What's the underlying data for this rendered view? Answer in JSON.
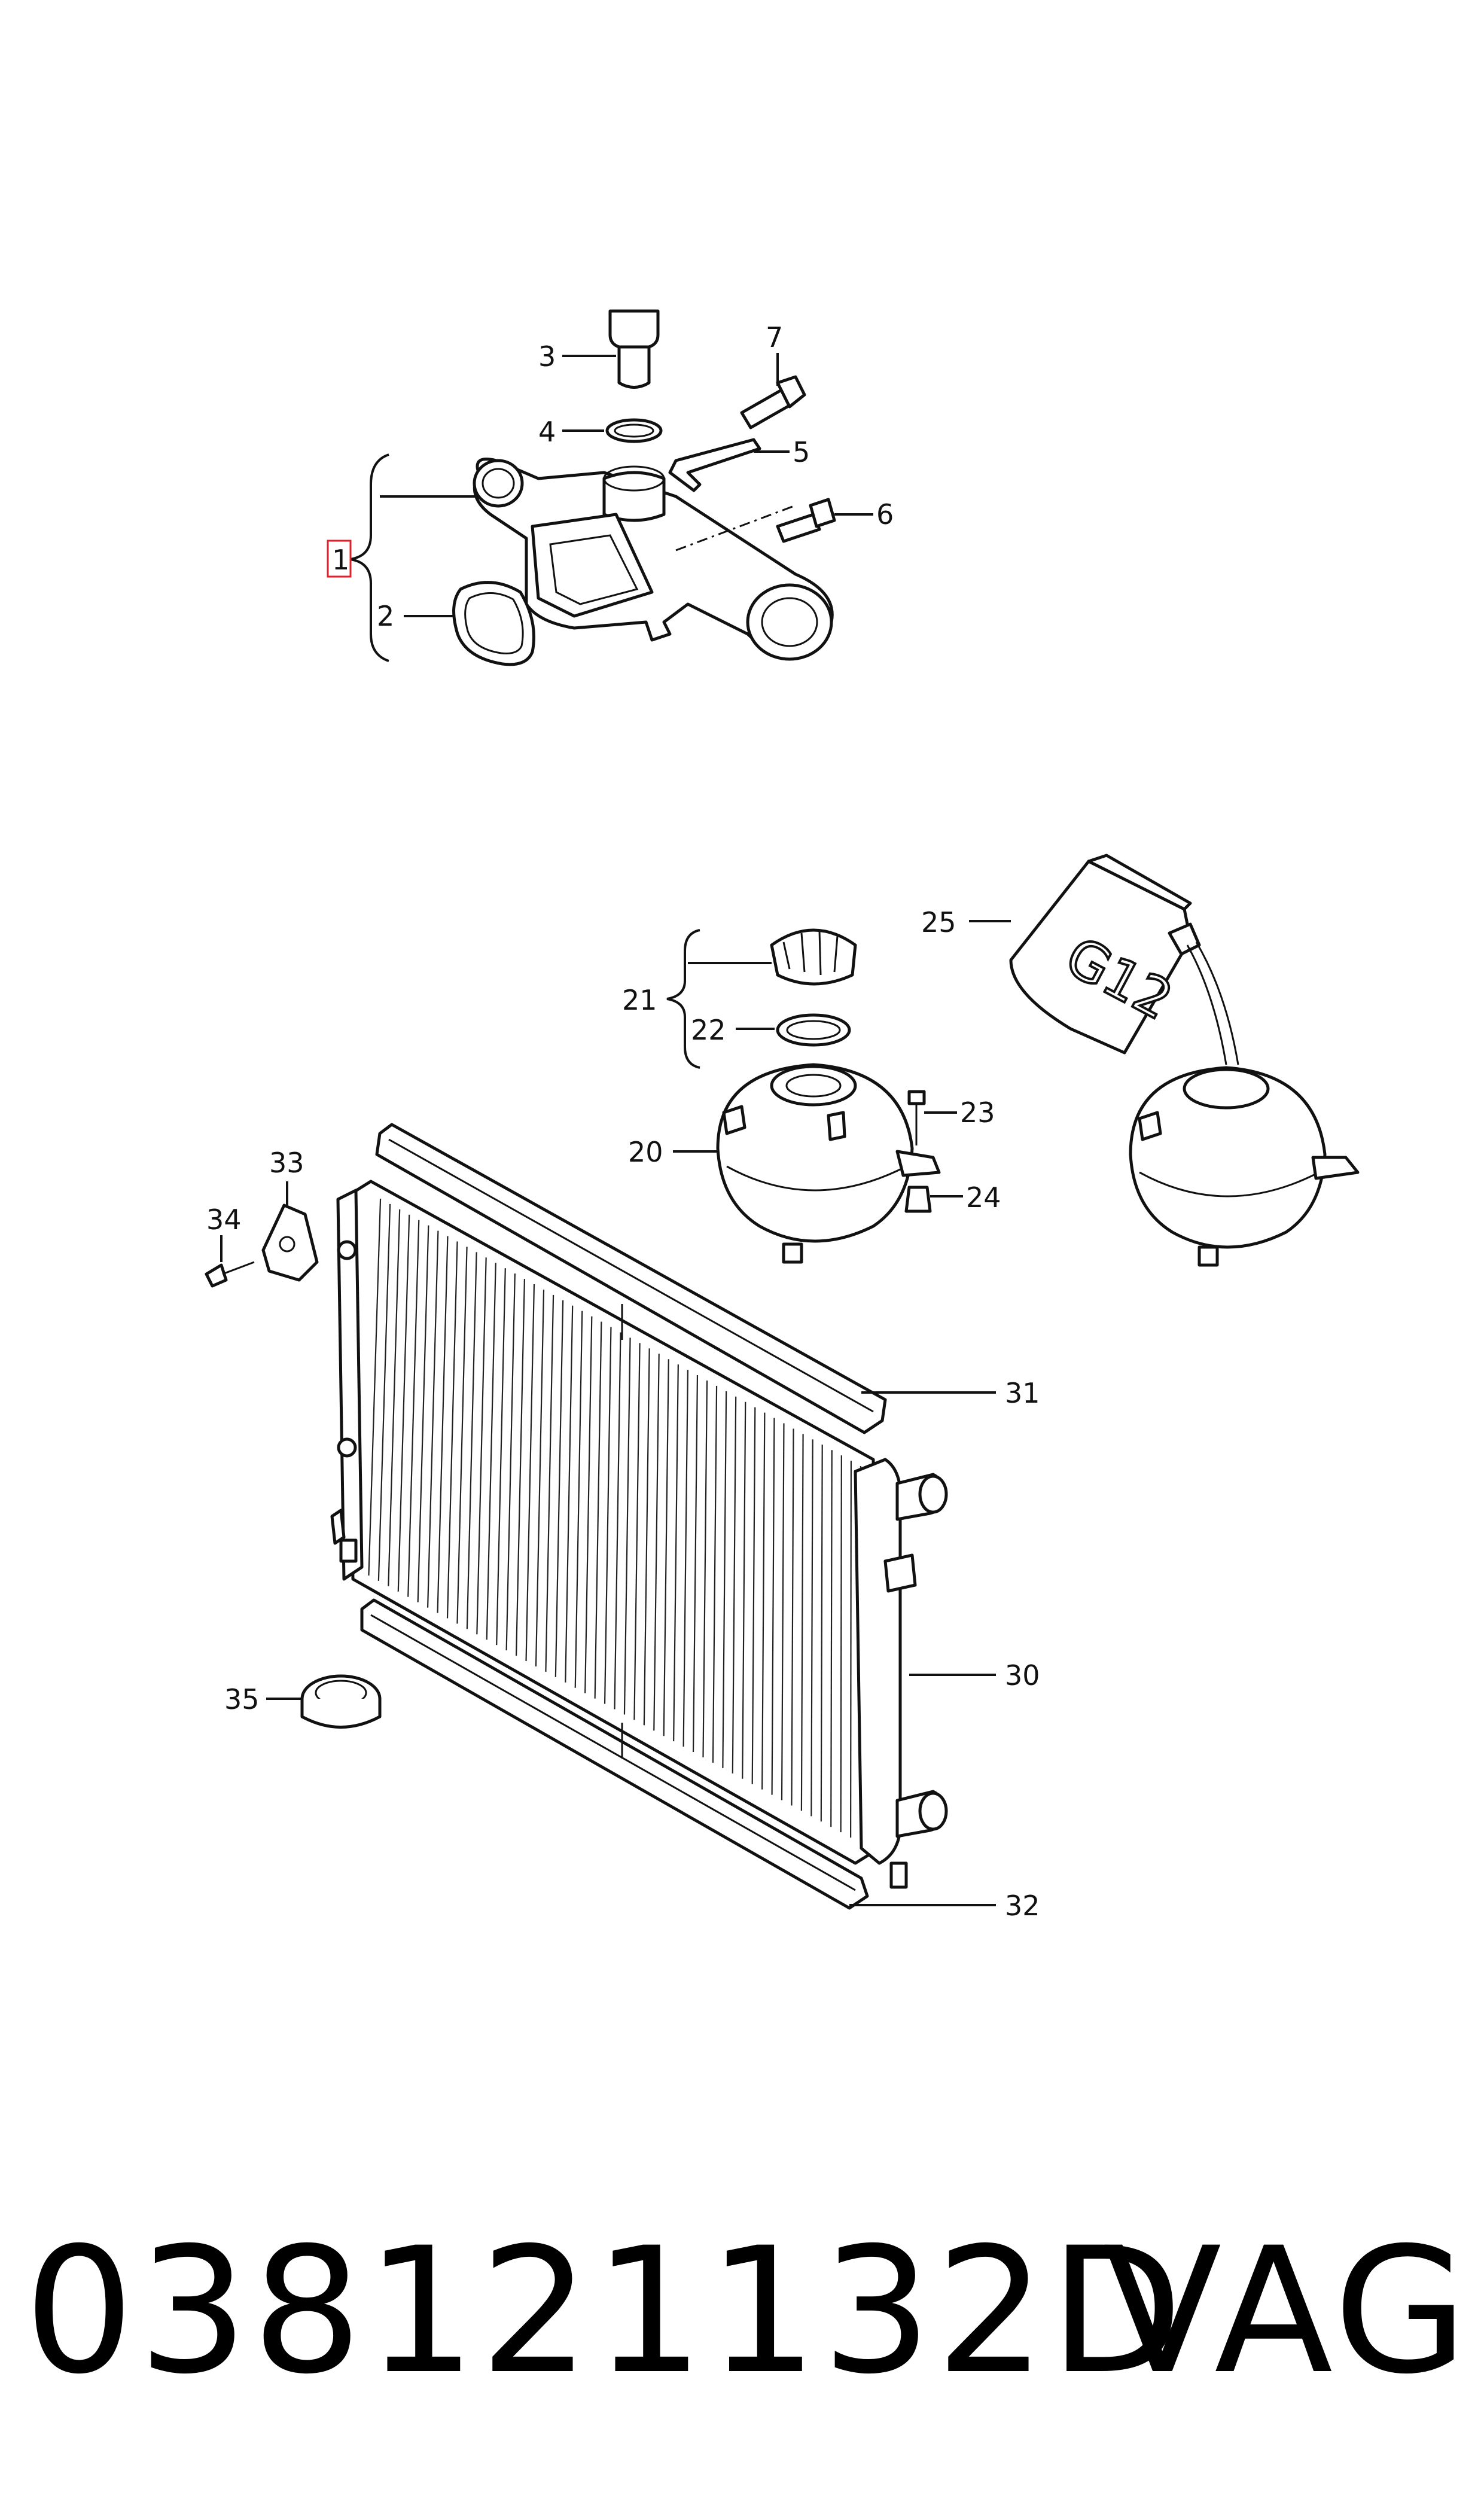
{
  "diagram": {
    "callouts": {
      "c1": "1",
      "c2": "2",
      "c3": "3",
      "c4": "4",
      "c5": "5",
      "c6": "6",
      "c7": "7",
      "c20": "20",
      "c21": "21",
      "c22": "22",
      "c23": "23",
      "c24": "24",
      "c25": "25",
      "c30": "30",
      "c31": "31",
      "c32": "32",
      "c33": "33",
      "c34": "34",
      "c35": "35"
    },
    "coolant_label": "G12",
    "highlight_color": "#e0202a"
  },
  "footer": {
    "part_number": "038121132D",
    "brand": "VAG"
  }
}
